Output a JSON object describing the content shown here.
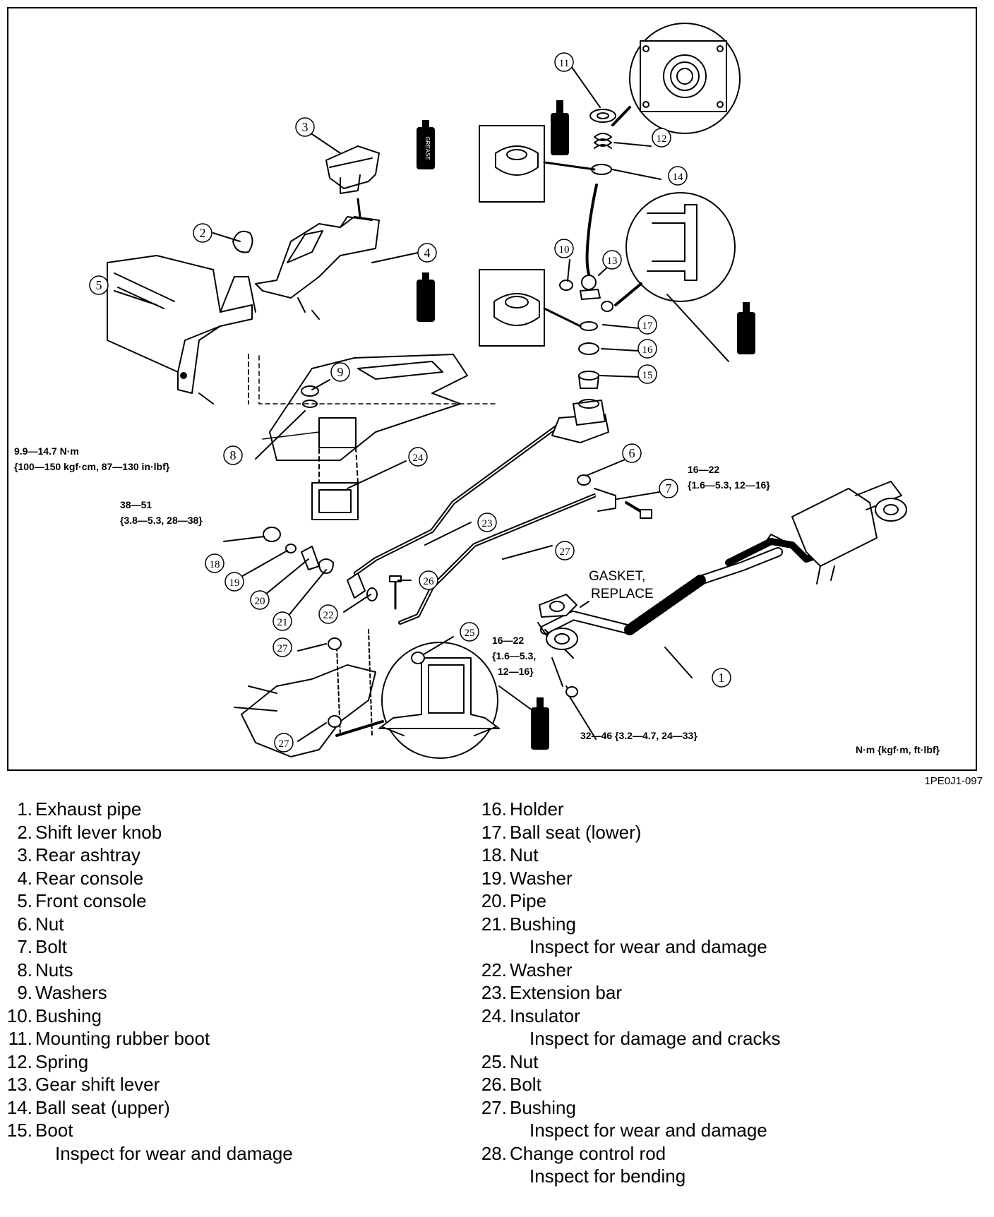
{
  "diagram": {
    "callouts": [
      "1",
      "2",
      "3",
      "4",
      "5",
      "6",
      "7",
      "8",
      "9",
      "10",
      "11",
      "12",
      "13",
      "14",
      "15",
      "16",
      "17",
      "18",
      "19",
      "20",
      "21",
      "22",
      "23",
      "24",
      "25",
      "26",
      "27",
      "27"
    ],
    "torque_specs": {
      "nuts_8": [
        "9.9—14.7 N·m",
        "{100—150 kgf·cm, 87—130 in·lbf}"
      ],
      "nut_18": [
        "38—51",
        "{3.8—5.3, 28—38}"
      ],
      "bolt_7": [
        "16—22",
        "{1.6—5.3, 12—16}"
      ],
      "flange": [
        "16—22",
        "{1.6—5.3,",
        "12—16}"
      ],
      "exhaust_nut": "32—46 {3.2—4.7, 24—33}"
    },
    "gasket_note": [
      "GASKET,",
      "REPLACE"
    ],
    "units_note": "N·m {kgf·m, ft·lbf}",
    "grease_label": "GREASE"
  },
  "figure_code": "1PE0J1-097",
  "legend": {
    "left": [
      {
        "num": "1.",
        "text": "Exhaust pipe"
      },
      {
        "num": "2.",
        "text": "Shift lever knob"
      },
      {
        "num": "3.",
        "text": "Rear ashtray"
      },
      {
        "num": "4.",
        "text": "Rear console"
      },
      {
        "num": "5.",
        "text": "Front console"
      },
      {
        "num": "6.",
        "text": "Nut"
      },
      {
        "num": "7.",
        "text": "Bolt"
      },
      {
        "num": "8.",
        "text": "Nuts"
      },
      {
        "num": "9.",
        "text": "Washers"
      },
      {
        "num": "10.",
        "text": "Bushing"
      },
      {
        "num": "11.",
        "text": "Mounting rubber boot"
      },
      {
        "num": "12.",
        "text": "Spring"
      },
      {
        "num": "13.",
        "text": "Gear shift lever"
      },
      {
        "num": "14.",
        "text": "Ball seat (upper)"
      },
      {
        "num": "15.",
        "text": "Boot",
        "note": "Inspect for wear and damage"
      }
    ],
    "right": [
      {
        "num": "16.",
        "text": "Holder"
      },
      {
        "num": "17.",
        "text": "Ball seat (lower)"
      },
      {
        "num": "18.",
        "text": "Nut"
      },
      {
        "num": "19.",
        "text": "Washer"
      },
      {
        "num": "20.",
        "text": "Pipe"
      },
      {
        "num": "21.",
        "text": "Bushing",
        "note": "Inspect for wear and damage"
      },
      {
        "num": "22.",
        "text": "Washer"
      },
      {
        "num": "23.",
        "text": "Extension bar"
      },
      {
        "num": "24.",
        "text": "Insulator",
        "note": "Inspect for damage and cracks"
      },
      {
        "num": "25.",
        "text": "Nut"
      },
      {
        "num": "26.",
        "text": "Bolt"
      },
      {
        "num": "27.",
        "text": "Bushing",
        "note": "Inspect for wear and damage"
      },
      {
        "num": "28.",
        "text": "Change control rod",
        "note": "Inspect for bending"
      }
    ]
  }
}
